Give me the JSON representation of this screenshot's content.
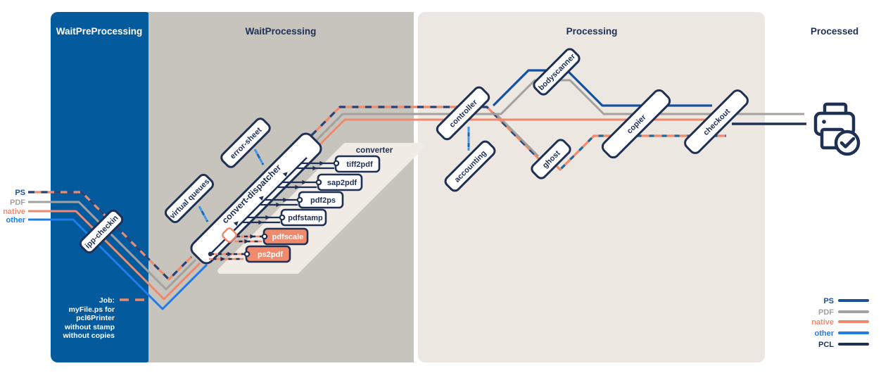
{
  "header": {
    "sections": [
      {
        "label": "WaitPreProcessing"
      },
      {
        "label": "WaitProcessing"
      },
      {
        "label": "Processing"
      },
      {
        "label": "Processed"
      }
    ]
  },
  "inputs": [
    {
      "label": "PS",
      "color": "#1E4F96"
    },
    {
      "label": "PDF",
      "color": "#A3A09D"
    },
    {
      "label": "native",
      "color": "#F08A6D"
    },
    {
      "label": "other",
      "color": "#1F7CE8"
    }
  ],
  "job_note": {
    "lines": [
      "Job:",
      "myFile.ps for",
      "pcl6Printer",
      "without stamp",
      "without copies"
    ],
    "dash_color": "#F08A6D"
  },
  "nodes": {
    "ipp_checkin": {
      "label": "ipp-checkin"
    },
    "virtual_queues": {
      "label": "virtual queues"
    },
    "error_sheet": {
      "label": "error-sheet"
    },
    "convert_dispatcher": {
      "label": "convert-dispatcher"
    },
    "controller": {
      "label": "controller"
    },
    "accounting": {
      "label": "accounting"
    },
    "bodyscanner": {
      "label": "bodyscanner"
    },
    "ghost": {
      "label": "ghost"
    },
    "copier": {
      "label": "copier"
    },
    "checkout": {
      "label": "checkout"
    }
  },
  "converter": {
    "label": "converter",
    "tools": [
      {
        "label": "tiff2pdf",
        "variant": "default"
      },
      {
        "label": "sap2pdf",
        "variant": "default"
      },
      {
        "label": "pdf2ps",
        "variant": "default"
      },
      {
        "label": "pdfstamp",
        "variant": "default"
      },
      {
        "label": "pdfscale",
        "variant": "accent"
      },
      {
        "label": "ps2pdf",
        "variant": "accent"
      }
    ]
  },
  "legend": [
    {
      "label": "PS",
      "color": "#1E4F96"
    },
    {
      "label": "PDF",
      "color": "#A3A09D"
    },
    {
      "label": "native",
      "color": "#F08A6D"
    },
    {
      "label": "other",
      "color": "#1F7CE8"
    },
    {
      "label": "PCL",
      "color": "#1F3055"
    }
  ],
  "icons": {
    "printer": "printer-with-checkmark"
  },
  "colors": {
    "panel_blue": "#035A9C",
    "panel_gray": "#C7C3BD",
    "panel_beige": "#EDE7E1",
    "converter_beige": "#F0EBE5",
    "navy": "#1F3055",
    "ps_solid": "#17509E",
    "ps_dash_navy": "#25427A",
    "pdf_gray": "#A3A09D",
    "native_salmon": "#F08A6D",
    "other_blue": "#1F7CE8",
    "ghost_dash_blue": "#196BA2",
    "connector_blue_light": "#3E97E9",
    "connector_blue_dark": "#1A67B5",
    "pcl_navy": "#1F3055"
  }
}
